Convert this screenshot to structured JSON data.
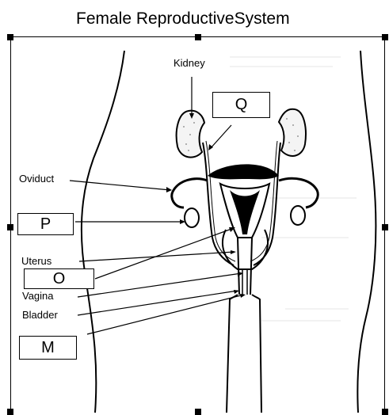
{
  "title": "Female ReproductiveSystem",
  "labels": {
    "kidney": "Kidney",
    "oviduct": "Oviduct",
    "uterus": "Uterus",
    "vagina": "Vagina",
    "bladder": "Bladder"
  },
  "boxes": {
    "q": "Q",
    "p": "P",
    "o": "O",
    "m": "M"
  }
}
